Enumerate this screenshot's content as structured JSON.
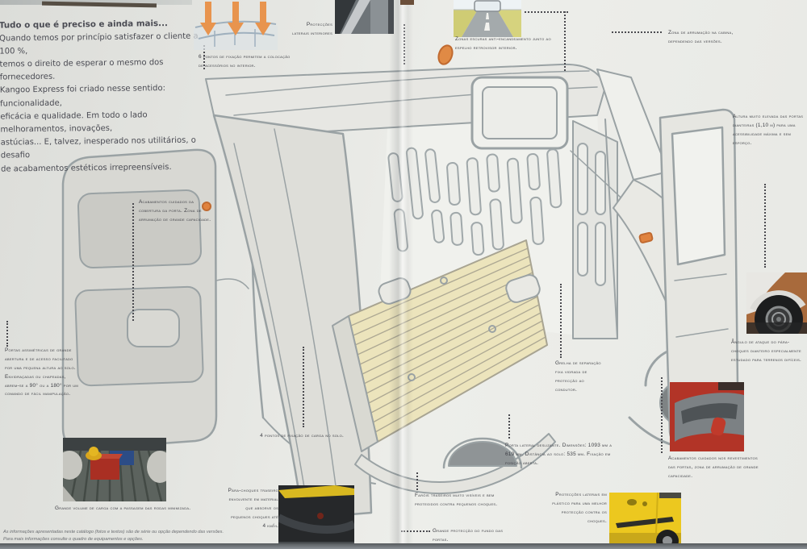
{
  "brochure": {
    "intro": {
      "title": "Tudo o que é preciso e ainda mais...",
      "lines": [
        "Quando temos por princípio satisfazer o cliente a 100 %,",
        "temos o direito de esperar o mesmo dos fornecedores.",
        "Kangoo Express foi criado nesse sentido: funcionalidade,",
        "eficácia e qualidade. Em todo o lado melhoramentos, inovações,",
        "astúcias... E, talvez, inesperado nos utilitários, o desafio",
        "de acabamentos estéticos irrepreensíveis."
      ]
    },
    "callouts": {
      "roof_fixing": "6 pontos de fixação permitem a colocação de acessórios no interior.",
      "side_protections": "Protecções laterais interiores",
      "anti_glare": "Zonas escuras anti-encandeamento junto ao espelho retrovisor interior.",
      "cab_storage": "Zona de arrumação na cabina, dependendo das versões.",
      "front_door_height": "Altura muito elevada das portas dianteiras (1,10 m) para uma acessibilidade máxima e sem esforço.",
      "attack_angle": "Ângulo de ataque do pára-choques dianteiro especialmente estudado para terrenos difíceis.",
      "door_trim": "Acabamentos cuidados nos revestimentos das portas, zona de arrumação de grande capacidade.",
      "side_plastic": "Protecções laterais em plástico para uma melhor protecção contra os choques.",
      "partition_grille": "Grelha de separação fixa vidrada de protecção ao condutor.",
      "sliding_door": "Porta lateral deslizante. Dimensões: 1093 mm a 619 mm. Distância ao solo: 535 mm. Fixação em posição aberta.",
      "rear_lights": "Faróis traseiros muito visíveis e bem protegidos contra pequenos choques.",
      "door_bottom_protection": "Grande protecção do fundo das portas.",
      "cargo_anchors": "4 pontos de fixação de carga no solo.",
      "rear_bumper": "Pára-choques traseiro envolvente em material que absorve os pequenos choques até 4 km/h.",
      "door_cover": "Acabamentos cuidados da cobertura da porta. Zona de arrumação de grande capacidade.",
      "asymmetric_doors": "Portas assimétricas de grande abertura e de acesso facilitado por uma pequena altura ao solo. Envidraçadas ou chapeadas, abrem-se a 90° ou a 180° por um comando de fácil manipulação.",
      "cargo_volume": "Grande volume de carga com a passagem das rodas minimizada."
    },
    "fine_print": [
      "As informações apresentadas neste catálogo (fotos e textos) são de série ou opção dependendo das versões.",
      "Para mais informações consulte o quadro de equipamentos e opções."
    ],
    "colors": {
      "accent_orange": "#e0833f",
      "page": "#e8e9e5",
      "surface": "#868d93",
      "line_art": "#9aa2a4",
      "floor_beige": "#ece4bc",
      "text": "#3e3f45"
    }
  }
}
